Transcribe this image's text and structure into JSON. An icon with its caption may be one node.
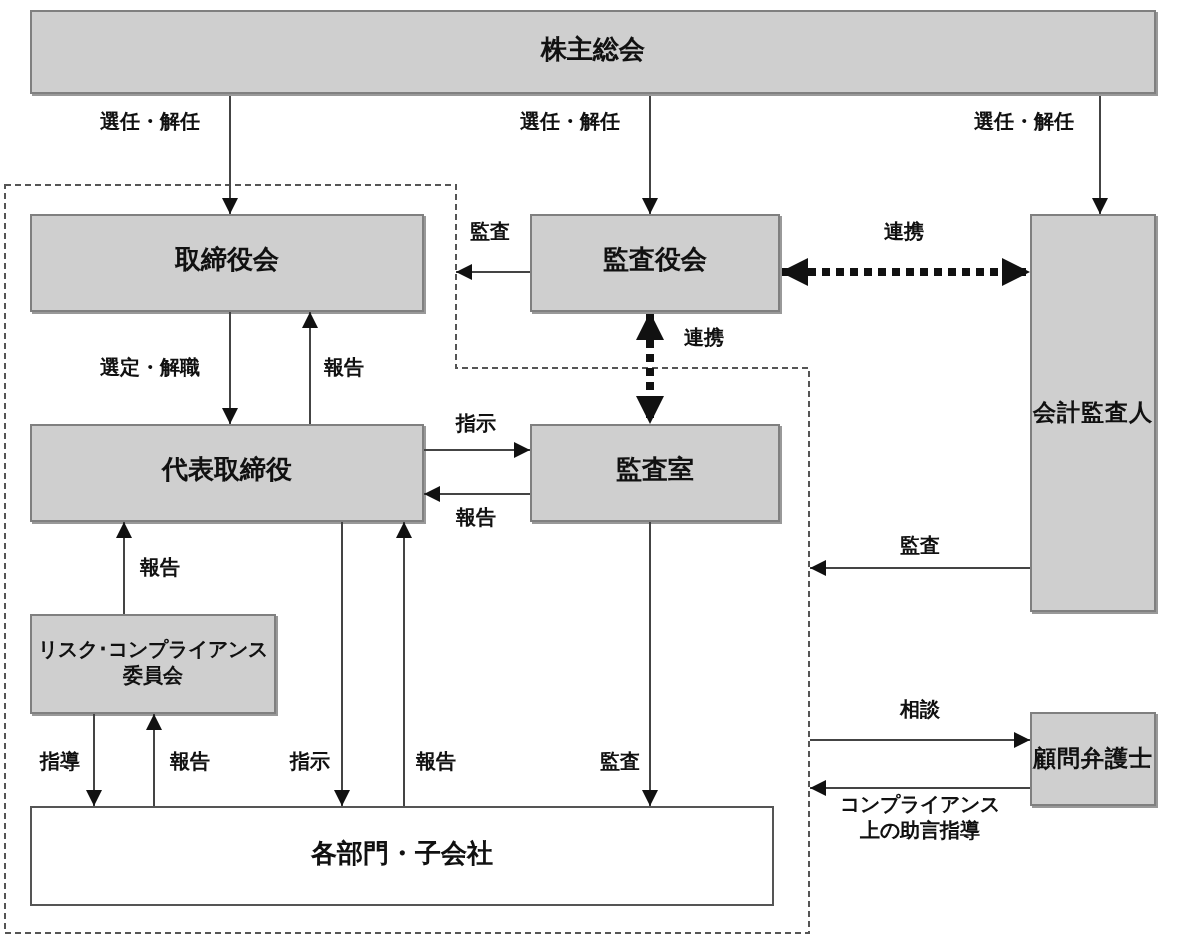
{
  "diagram": {
    "nodes": [
      {
        "text": [
          "株主総会"
        ]
      },
      {
        "text": [],
        "shape": "polygon"
      },
      {
        "text": [
          "取締役会"
        ],
        "in": 1
      },
      {
        "text": [
          "監査役会"
        ]
      },
      {
        "text": [
          "会計監査人"
        ]
      },
      {
        "text": [
          "代表取締役"
        ],
        "in": 1
      },
      {
        "text": [
          "監査室"
        ],
        "in": 1
      },
      {
        "text": [
          "リスク･コンプライアンス委員会"
        ],
        "in": 1
      },
      {
        "text": [
          "各部門・子会社"
        ],
        "in": 1
      },
      {
        "text": [
          "顧問弁護士"
        ]
      }
    ],
    "edges": [
      {
        "from": 0,
        "to": 2,
        "arrow": "to",
        "label": "選任・解任"
      },
      {
        "from": 0,
        "to": 3,
        "arrow": "to",
        "label": "選任・解任"
      },
      {
        "from": 0,
        "to": 4,
        "arrow": "to",
        "label": "選任・解任"
      },
      {
        "from": 3,
        "to": 1,
        "arrow": "to",
        "label": "監査"
      },
      {
        "from": 3,
        "to": 4,
        "arrow": "both",
        "label": "連携",
        "style": "dashed"
      },
      {
        "from": 3,
        "to": 6,
        "arrow": "both",
        "label": "連携",
        "style": "dashed"
      },
      {
        "from": 2,
        "to": 5,
        "arrow": "to",
        "label": "選定・解職"
      },
      {
        "from": 5,
        "to": 2,
        "arrow": "to",
        "label": "報告"
      },
      {
        "from": 5,
        "to": 6,
        "arrow": "to",
        "label": "指示"
      },
      {
        "from": 6,
        "to": 5,
        "arrow": "to",
        "label": "報告"
      },
      {
        "from": 4,
        "to": 1,
        "arrow": "to",
        "label": "監査"
      },
      {
        "from": 7,
        "to": 5,
        "arrow": "to",
        "label": "報告"
      },
      {
        "from": 7,
        "to": 8,
        "arrow": "to",
        "label": "指導"
      },
      {
        "from": 8,
        "to": 7,
        "arrow": "to",
        "label": "報告"
      },
      {
        "from": 5,
        "to": 8,
        "arrow": "to",
        "label": "指示"
      },
      {
        "from": 8,
        "to": 5,
        "arrow": "to",
        "label": "報告"
      },
      {
        "from": 6,
        "to": 8,
        "arrow": "to",
        "label": "監査"
      },
      {
        "from": 1,
        "to": 9,
        "arrow": "to",
        "label": "相談"
      },
      {
        "from": 9,
        "to": 1,
        "arrow": "to",
        "label": "コンプライアンス上の助言指導"
      }
    ]
  }
}
